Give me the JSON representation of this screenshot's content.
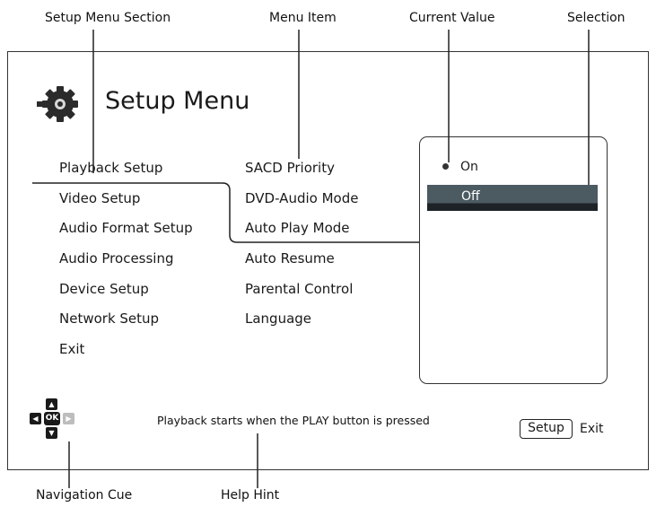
{
  "callouts": {
    "setup_menu_section": "Setup Menu Section",
    "menu_item": "Menu Item",
    "current_value": "Current Value",
    "selection": "Selection",
    "navigation_cue": "Navigation Cue",
    "help_hint": "Help Hint"
  },
  "screen": {
    "title": "Setup Menu",
    "sections": [
      "Playback Setup",
      "Video Setup",
      "Audio Format Setup",
      "Audio Processing",
      "Device Setup",
      "Network Setup",
      "Exit"
    ],
    "menu_items": [
      "SACD Priority",
      "DVD-Audio Mode",
      "Auto Play Mode",
      "Auto Resume",
      "Parental Control",
      "Language"
    ],
    "options": [
      {
        "label": "On",
        "current": true
      },
      {
        "label": "Off",
        "selected": true
      }
    ],
    "help_text": "Playback starts when the PLAY button is pressed",
    "ok_label": "OK",
    "setup_key_label": "Setup",
    "exit_label": "Exit"
  },
  "icons": {
    "setup_menu_icon": "gear-icon",
    "current_value_marker": "dot-icon",
    "navigation_cue": "directional-pad-icon"
  },
  "colors": {
    "selection_bar": "#4c5a62",
    "selection_bar_shadow": "#1c2226",
    "frame": "#333333"
  }
}
